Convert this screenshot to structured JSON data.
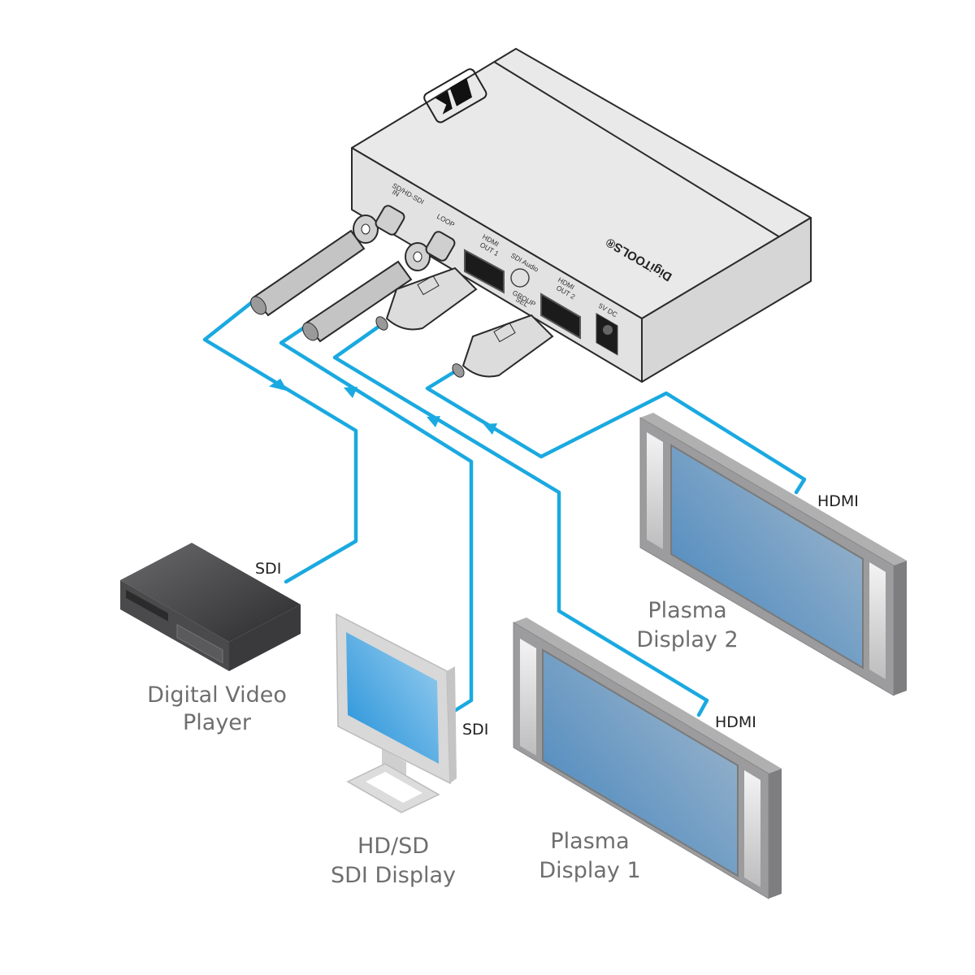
{
  "diagram": {
    "title": "DigiTOOLS SD/HD-SDI to HDMI connection diagram",
    "colors": {
      "cable": "#1aa9e0",
      "device_body": "#e6e6e6",
      "device_dark": "#3a3a3c",
      "screen": "#5c98c8",
      "label": "#6e6e70",
      "cable_label": "#1f1f1f"
    },
    "main_device": {
      "brand": "DigiTOOLS®",
      "ports": {
        "sdi_group": "SD/HD-SDI",
        "sdi_in": "IN",
        "sdi_loop": "LOOP",
        "hdmi_out_1": [
          "HDMI",
          "OUT 1"
        ],
        "sdi_audio": "SDI Audio",
        "group_sel": [
          "GROUP",
          "SEL"
        ],
        "hdmi_out_2": [
          "HDMI",
          "OUT 2"
        ],
        "power": "5V DC"
      }
    },
    "devices": [
      {
        "id": "dvp",
        "label_lines": [
          "Digital Video",
          "Player"
        ],
        "cable_label": "SDI",
        "icon": "video-player-icon"
      },
      {
        "id": "sdi_display",
        "label_lines": [
          "HD/SD",
          "SDI Display"
        ],
        "cable_label": "SDI",
        "icon": "monitor-icon"
      },
      {
        "id": "plasma1",
        "label_lines": [
          "Plasma",
          "Display 1"
        ],
        "cable_label": "HDMI",
        "icon": "plasma-display-icon"
      },
      {
        "id": "plasma2",
        "label_lines": [
          "Plasma",
          "Display 2"
        ],
        "cable_label": "HDMI",
        "icon": "plasma-display-icon"
      }
    ],
    "connections": [
      {
        "from": "Digital Video Player",
        "to": "SDI IN",
        "type": "SDI",
        "direction": "into device"
      },
      {
        "from": "SDI LOOP",
        "to": "HD/SD SDI Display",
        "type": "SDI",
        "direction": "out of device"
      },
      {
        "from": "HDMI OUT 1",
        "to": "Plasma Display 1",
        "type": "HDMI",
        "direction": "out of device"
      },
      {
        "from": "HDMI OUT 2",
        "to": "Plasma Display 2",
        "type": "HDMI",
        "direction": "out of device"
      }
    ]
  }
}
